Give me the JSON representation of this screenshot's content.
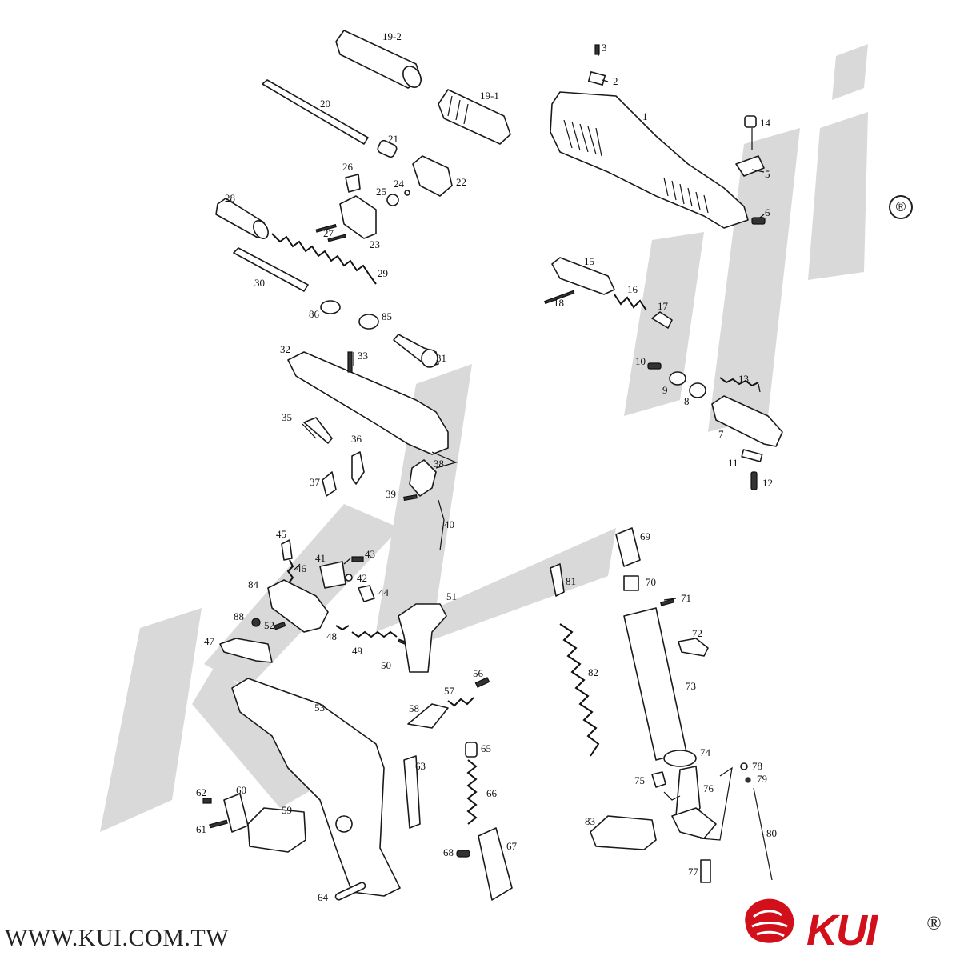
{
  "footer": {
    "website": "WWW.KUI.COM.TW"
  },
  "brand": {
    "logo_text": "KUI",
    "registered_mark": "®",
    "accent_color": "#d2101c"
  },
  "watermark": {
    "text": "KUI",
    "color": "#d9d9d9"
  },
  "parts": [
    {
      "no": "1"
    },
    {
      "no": "2"
    },
    {
      "no": "3"
    },
    {
      "no": "5"
    },
    {
      "no": "6"
    },
    {
      "no": "7"
    },
    {
      "no": "8"
    },
    {
      "no": "9"
    },
    {
      "no": "10"
    },
    {
      "no": "11"
    },
    {
      "no": "12"
    },
    {
      "no": "13"
    },
    {
      "no": "14"
    },
    {
      "no": "15"
    },
    {
      "no": "16"
    },
    {
      "no": "17"
    },
    {
      "no": "18"
    },
    {
      "no": "19-1"
    },
    {
      "no": "19-2"
    },
    {
      "no": "20"
    },
    {
      "no": "21"
    },
    {
      "no": "22"
    },
    {
      "no": "23"
    },
    {
      "no": "24"
    },
    {
      "no": "25"
    },
    {
      "no": "26"
    },
    {
      "no": "27"
    },
    {
      "no": "28"
    },
    {
      "no": "29"
    },
    {
      "no": "30"
    },
    {
      "no": "31"
    },
    {
      "no": "32"
    },
    {
      "no": "33"
    },
    {
      "no": "35"
    },
    {
      "no": "36"
    },
    {
      "no": "37"
    },
    {
      "no": "38"
    },
    {
      "no": "39"
    },
    {
      "no": "40"
    },
    {
      "no": "41"
    },
    {
      "no": "42"
    },
    {
      "no": "43"
    },
    {
      "no": "44"
    },
    {
      "no": "45"
    },
    {
      "no": "46"
    },
    {
      "no": "47"
    },
    {
      "no": "48"
    },
    {
      "no": "49"
    },
    {
      "no": "50"
    },
    {
      "no": "51"
    },
    {
      "no": "52"
    },
    {
      "no": "53"
    },
    {
      "no": "56"
    },
    {
      "no": "57"
    },
    {
      "no": "58"
    },
    {
      "no": "59"
    },
    {
      "no": "60"
    },
    {
      "no": "61"
    },
    {
      "no": "62"
    },
    {
      "no": "63"
    },
    {
      "no": "64"
    },
    {
      "no": "65"
    },
    {
      "no": "66"
    },
    {
      "no": "67"
    },
    {
      "no": "68"
    },
    {
      "no": "69"
    },
    {
      "no": "70"
    },
    {
      "no": "71"
    },
    {
      "no": "72"
    },
    {
      "no": "73"
    },
    {
      "no": "74"
    },
    {
      "no": "75"
    },
    {
      "no": "76"
    },
    {
      "no": "77"
    },
    {
      "no": "78"
    },
    {
      "no": "79"
    },
    {
      "no": "80"
    },
    {
      "no": "81"
    },
    {
      "no": "82"
    },
    {
      "no": "83"
    },
    {
      "no": "84"
    },
    {
      "no": "85"
    },
    {
      "no": "86"
    },
    {
      "no": "88"
    }
  ]
}
